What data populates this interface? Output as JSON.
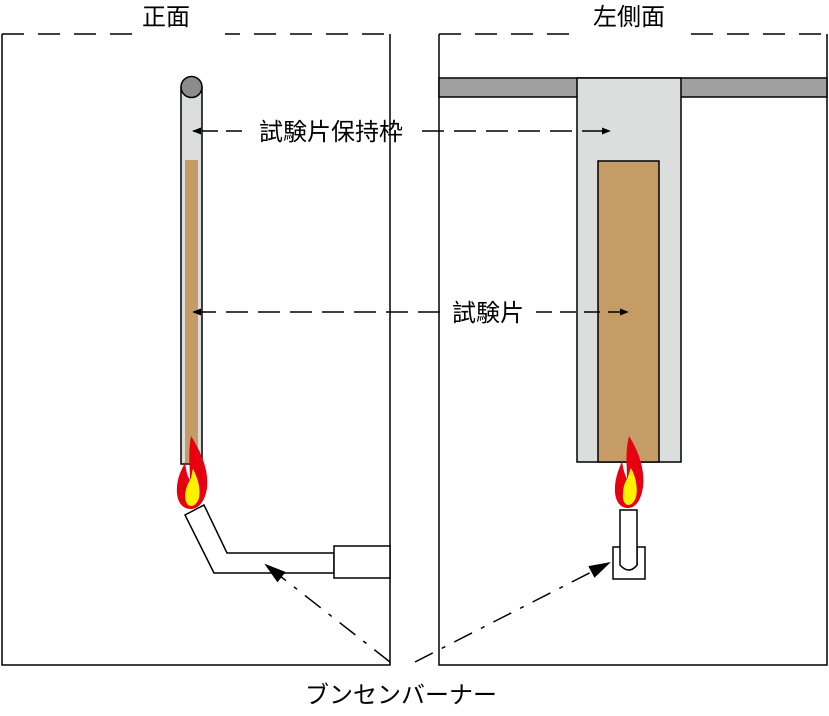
{
  "views": {
    "front_title": "正面",
    "side_title": "左側面"
  },
  "labels": {
    "holder": "試験片保持枠",
    "specimen": "試験片",
    "burner": "ブンセンバーナー"
  },
  "colors": {
    "holder": "#dcdddd",
    "specimen": "#c69c66",
    "rail": "#a0a0a0",
    "flame_outer": "#e60012",
    "flame_inner": "#fff100",
    "knob": "#8c8c8c"
  }
}
